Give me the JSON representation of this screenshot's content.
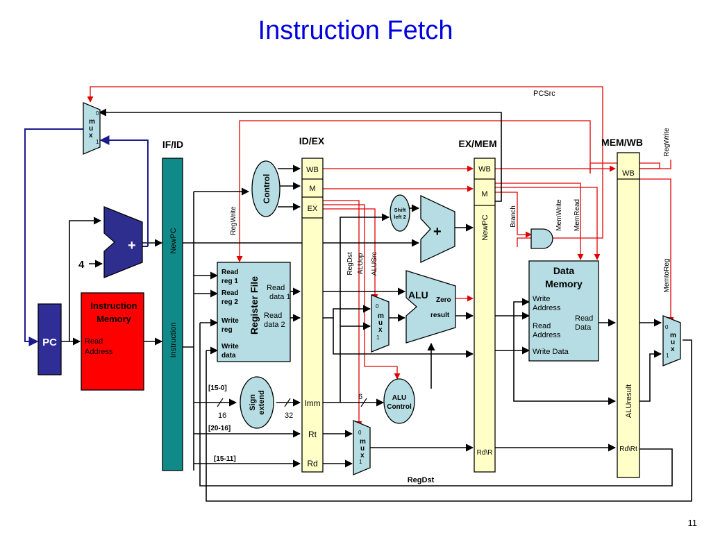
{
  "title": "Instruction Fetch",
  "page_number": "11",
  "colors": {
    "title": "#0000e0",
    "control": "#e00000",
    "pipeline_register": "#ffffc8",
    "ifid_register": "#0f8a88",
    "block_fill": "#b5dde3",
    "adder_fill": "#2e2e8f",
    "pc_fill": "#2e2e96",
    "instruction_memory_fill": "#ff0000"
  },
  "registers": {
    "ifid": {
      "label": "IF/ID",
      "newpc": "NewPC",
      "instruction": "Instruction"
    },
    "idex": {
      "label": "ID/EX",
      "wb": "WB",
      "m": "M",
      "ex": "EX",
      "imm": "Imm",
      "rt": "Rt",
      "rd": "Rd"
    },
    "exmem": {
      "label": "EX/MEM",
      "wb": "WB",
      "m": "M",
      "newpc": "NewPC",
      "rdr": "Rd\\R"
    },
    "memwb": {
      "label": "MEM/WB",
      "wb": "WB",
      "aluresult": "ALUresult",
      "rdrt": "Rd\\Rt"
    }
  },
  "pc": {
    "label": "PC"
  },
  "four": "4",
  "pc_adder_label": "+",
  "branch_adder_label": "+",
  "mux_labels": {
    "zero": "0",
    "m": "m",
    "u": "u",
    "x": "x",
    "one": "1"
  },
  "instruction_memory": {
    "title_line1": "Instruction",
    "title_line2": "Memory",
    "read_line1": "Read",
    "read_line2": "Address"
  },
  "control": {
    "label": "Control"
  },
  "register_file": {
    "title": "Register File",
    "read_reg1_a": "Read",
    "read_reg1_b": "reg 1",
    "read_reg2_a": "Read",
    "read_reg2_b": "reg 2",
    "write_reg_a": "Write",
    "write_reg_b": "reg",
    "write_data_a": "Write",
    "write_data_b": "data",
    "read_data1_a": "Read",
    "read_data1_b": "data 1",
    "read_data2_a": "Read",
    "read_data2_b": "data 2"
  },
  "sign_extend": {
    "line1": "Sign",
    "line2": "extend"
  },
  "shift_left": {
    "line1": "Shift",
    "line2": "left 2"
  },
  "alu": {
    "label": "ALU",
    "zero": "Zero",
    "result": "result"
  },
  "alu_control": {
    "line1": "ALU",
    "line2": "Control"
  },
  "data_memory": {
    "title_line1": "Data",
    "title_line2": "Memory",
    "write_addr_a": "Write",
    "write_addr_b": "Address",
    "read_addr_a": "Read",
    "read_addr_b": "Address",
    "read_data_a": "Read",
    "read_data_b": "Data",
    "write_data": "Write Data"
  },
  "signals": {
    "pcsrc": "PCSrc",
    "regwrite_left": "RegWrite",
    "regwrite_right": "RegWrite",
    "regdst_v": "RegDst",
    "aluop": "ALUop",
    "alusrc": "ALUSrc",
    "branch": "Branch",
    "memwrite": "MemWrite",
    "memread": "MemRead",
    "memtoreg": "MemtoReg",
    "regdst_bottom": "RegDst"
  },
  "bit_fields": {
    "f15_0": "[15-0]",
    "f20_16": "[20-16]",
    "f15_11": "[15-11]"
  },
  "bus_widths": {
    "w16": "16",
    "w32": "32",
    "w6": "6"
  }
}
